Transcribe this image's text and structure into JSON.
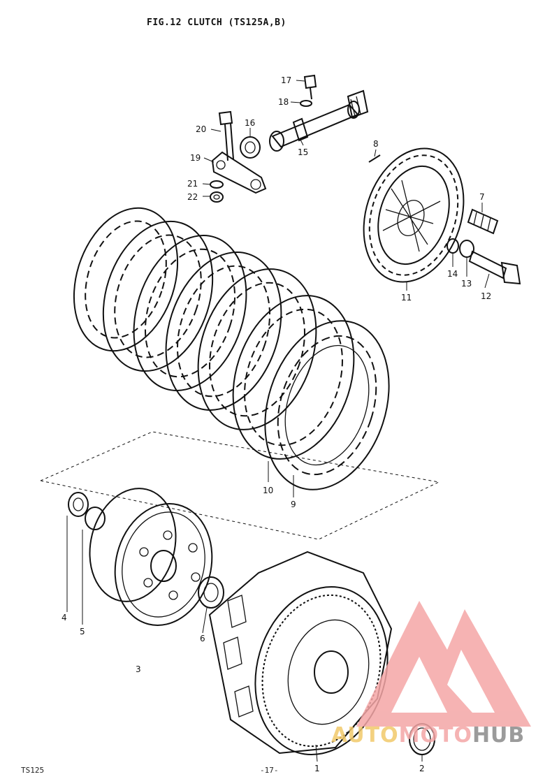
{
  "title": "FIG.12  CLUTCH (TS125A,B)",
  "footer": {
    "left": "TS125",
    "center": "-17-"
  },
  "callouts": [
    "1",
    "2",
    "3",
    "4",
    "5",
    "6",
    "7",
    "8",
    "9",
    "10",
    "11",
    "12",
    "13",
    "14",
    "15",
    "16",
    "17",
    "18",
    "19",
    "20",
    "21",
    "22"
  ],
  "watermark": {
    "brand_part1": "AUTO",
    "brand_part2": "MOTO",
    "brand_part3": "HUB",
    "color_light": "#f4a6a6",
    "color_gold": "#f2c96b",
    "color_grey": "#8a8a8a"
  }
}
